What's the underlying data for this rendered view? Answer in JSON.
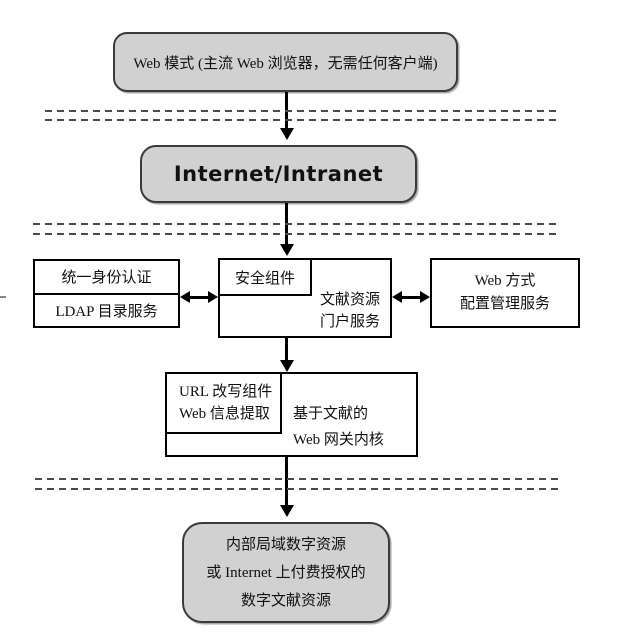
{
  "diagram": {
    "colors": {
      "box_fill": "#d1d1d1",
      "rounded_border": "#3a3a3a",
      "rect_border": "#000000",
      "dash_color": "#4a4a4a",
      "arrow_color": "#000000",
      "background": "#ffffff"
    },
    "web_mode_box": {
      "label": "Web 模式 (主流 Web 浏览器，无需任何客户端)"
    },
    "network_box": {
      "label": "Internet/Intranet"
    },
    "auth_box": {
      "line1": "统一身份认证",
      "line2": "LDAP 目录服务"
    },
    "security_box": {
      "label": "安全组件"
    },
    "portal_box": {
      "line1": "文献资源",
      "line2": "门户服务"
    },
    "config_box": {
      "line1": "Web 方式",
      "line2": "配置管理服务"
    },
    "rewrite_box": {
      "line1": "URL 改写组件",
      "line2": "Web 信息提取"
    },
    "gateway_box": {
      "line1": "基于文献的",
      "line2": "Web 网关内核"
    },
    "resource_box": {
      "line1": "内部局域数字资源",
      "line2": "或 Internet 上付费授权的",
      "line3": "数字文献资源"
    }
  }
}
